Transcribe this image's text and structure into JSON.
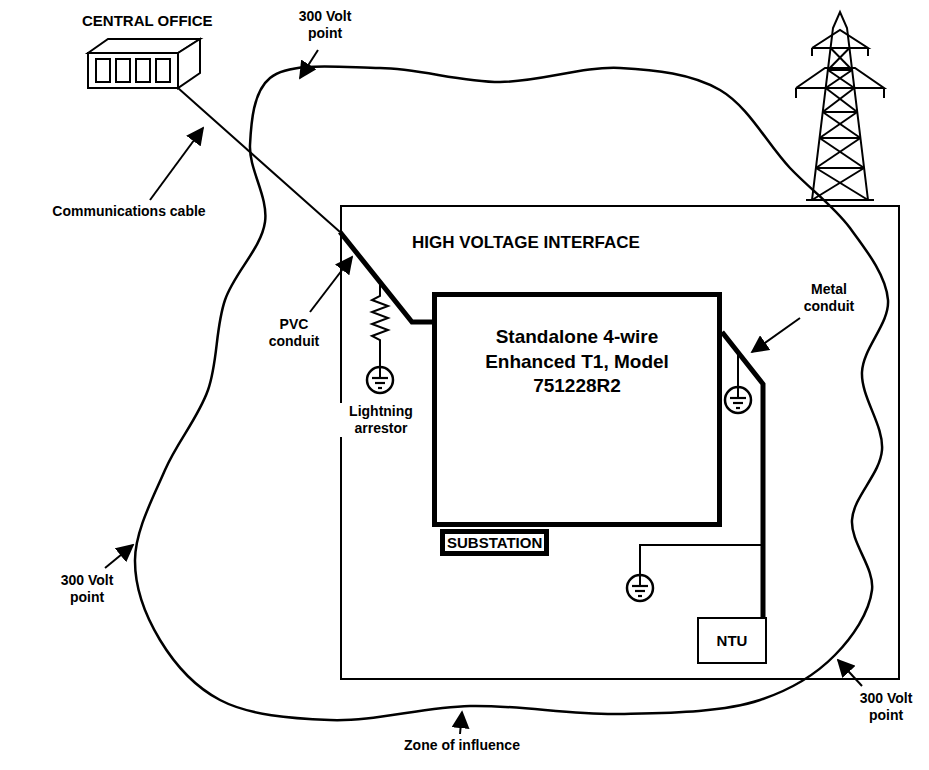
{
  "diagram": {
    "nodes": [
      {
        "text": [
          "CENTRAL OFFICE"
        ]
      },
      {
        "text": [
          "HIGH VOLTAGE INTERFACE",
          "SUBSTATION"
        ]
      },
      {
        "text": [
          "Standalone 4-wire Enhanced T1, Model 751228R2"
        ],
        "in": 1
      },
      {
        "text": [
          "NTU"
        ],
        "in": 1
      }
    ],
    "edges": [
      {
        "from": 0,
        "to": 2,
        "arrow": "none"
      },
      {
        "from": 2,
        "to": 3,
        "arrow": "none"
      }
    ],
    "labels": [
      "300 Volt point",
      "Communications cable",
      "PVC conduit",
      "Lightning arrestor",
      "Metal conduit",
      "300 Volt point",
      "Zone of influence",
      "300 Volt point"
    ]
  }
}
